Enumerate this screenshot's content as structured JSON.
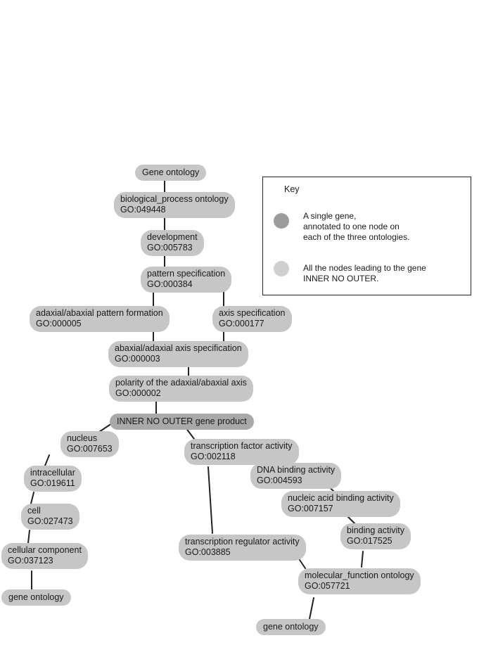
{
  "key": {
    "title": "Key",
    "single_gene": [
      "A single gene,",
      "annotated to one node on",
      "each of the three ontologies."
    ],
    "path_nodes": [
      "All the nodes leading to the gene",
      "INNER NO OUTER."
    ]
  },
  "nodes": {
    "gene_ontology_root": {
      "term": "Gene ontology"
    },
    "biological_process": {
      "term": "biological_process ontology",
      "go": "GO:049448"
    },
    "development": {
      "term": "development",
      "go": "GO:005783"
    },
    "pattern_specification": {
      "term": "pattern specification",
      "go": "GO:000384"
    },
    "adaxial_pattern_formation": {
      "term": "adaxial/abaxial pattern formation",
      "go": "GO:000005"
    },
    "axis_specification": {
      "term": "axis specification",
      "go": "GO:000177"
    },
    "abaxial_axis_specification": {
      "term": "abaxial/adaxial axis specification",
      "go": "GO:000003"
    },
    "polarity_axis": {
      "term": "polarity of the adaxial/abaxial axis",
      "go": "GO:000002"
    },
    "inner_no_outer": {
      "term": "INNER NO OUTER gene product"
    },
    "nucleus": {
      "term": "nucleus",
      "go": "GO:007653"
    },
    "intracellular": {
      "term": "intracellular",
      "go": "GO:019611"
    },
    "cell": {
      "term": "cell",
      "go": "GO:027473"
    },
    "cellular_component": {
      "term": "cellular component",
      "go": "GO:037123"
    },
    "gene_ontology_cc": {
      "term": "gene ontology"
    },
    "transcription_factor": {
      "term": "transcription factor activity",
      "go": "GO:002118"
    },
    "dna_binding": {
      "term": "DNA binding activity",
      "go": "GO:004593"
    },
    "nucleic_acid_binding": {
      "term": "nucleic acid binding activity",
      "go": "GO:007157"
    },
    "binding_activity": {
      "term": "binding activity",
      "go": "GO:017525"
    },
    "transcription_regulator": {
      "term": "transcription regulator activity",
      "go": "GO:003885"
    },
    "molecular_function": {
      "term": "molecular_function ontology",
      "go": "GO:057721"
    },
    "gene_ontology_mf": {
      "term": "gene ontology"
    }
  }
}
